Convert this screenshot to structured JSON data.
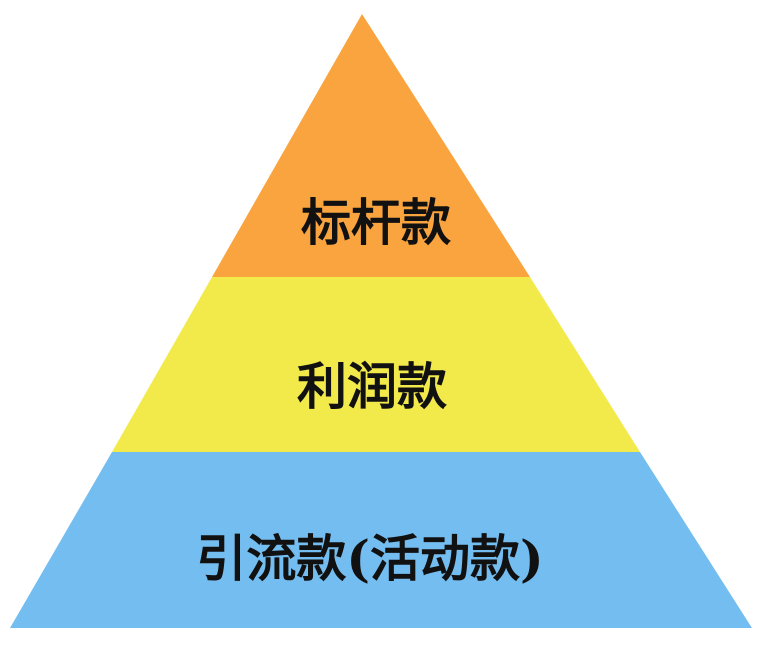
{
  "diagram": {
    "type": "pyramid",
    "tiers": [
      {
        "label": "标杆款",
        "color": "#F9A43F"
      },
      {
        "label": "利润款",
        "color": "#F2E94B"
      },
      {
        "label": "引流款(活动款)",
        "color": "#74BDF0"
      }
    ]
  }
}
